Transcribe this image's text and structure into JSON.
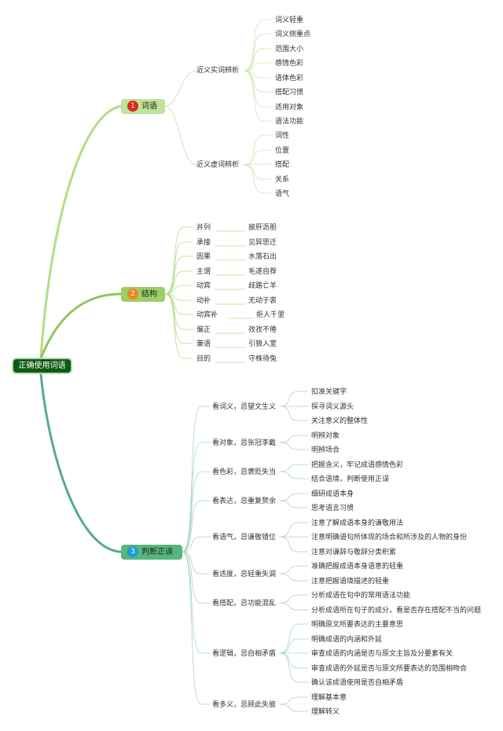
{
  "root": {
    "label": "正确使用词语"
  },
  "branches": [
    {
      "number": "1",
      "label": "词语",
      "groups": [
        {
          "label": "近义实词辨析",
          "items": [
            "词义轻重",
            "词义侧重点",
            "范围大小",
            "感情色彩",
            "语体色彩",
            "搭配习惯",
            "适用对象",
            "语法功能"
          ]
        },
        {
          "label": "近义虚词辨析",
          "items": [
            "词性",
            "位置",
            "搭配",
            "关系",
            "语气"
          ]
        }
      ]
    },
    {
      "number": "2",
      "label": "结构",
      "pairs": [
        {
          "type": "并列",
          "example": "披肝沥胆"
        },
        {
          "type": "承接",
          "example": "见异思迁"
        },
        {
          "type": "因果",
          "example": "水落石出"
        },
        {
          "type": "主谓",
          "example": "毛遂自荐"
        },
        {
          "type": "动宾",
          "example": "歧路亡羊"
        },
        {
          "type": "动补",
          "example": "无动于衷"
        },
        {
          "type": "动宾补",
          "example": "拒人千里"
        },
        {
          "type": "偏正",
          "example": "孜孜不倦"
        },
        {
          "type": "兼语",
          "example": "引狼入室"
        },
        {
          "type": "目的",
          "example": "守株待兔"
        }
      ]
    },
    {
      "number": "3",
      "label": "判断正误",
      "groups": [
        {
          "label": "看词义，忌望文生义",
          "items": [
            "扣准关键字",
            "探寻词义源头",
            "关注意义的整体性"
          ]
        },
        {
          "label": "看对象，忌张冠李戴",
          "items": [
            "明辨对象",
            "明辨场合"
          ]
        },
        {
          "label": "看色彩，忌褒贬失当",
          "items": [
            "把握含义，牢记成语感情色彩",
            "结合语境，判断使用正误"
          ]
        },
        {
          "label": "看表达，忌重复赘余",
          "items": [
            "细研成语本身",
            "思考语言习惯"
          ]
        },
        {
          "label": "看语气，忌谦敬错位",
          "items": [
            "注意了解成语本身的谦敬用法",
            "注意明确语句所体现的场合和所涉及的人物的身份",
            "注意对谦辞与敬辞分类积累"
          ]
        },
        {
          "label": "看适度，忌轻重失调",
          "items": [
            "准确把握成语本身语意的轻重",
            "注意把握语境描述的轻重"
          ]
        },
        {
          "label": "看搭配，忌功能混乱",
          "items": [
            "分析成语在句中的常用语法功能",
            "分析成语所在句子的成分，看是否存在搭配不当的问题"
          ]
        },
        {
          "label": "看逻辑，忌自相矛盾",
          "items": [
            "明确原文所要表达的主要意思",
            "明确成语的内涵和外延",
            "审查成语的内涵是否与原文主旨及分要素有关",
            "审查成语的外延是否与原文所要表达的范围相吻合",
            "确认该成语使用是否自相矛盾"
          ]
        },
        {
          "label": "看多义，忌顾此失彼",
          "items": [
            "理解基本意",
            "理解转义"
          ]
        }
      ]
    }
  ],
  "colors": {
    "root_fill": "#0e5a11",
    "branch1_fill": "#bfe39a",
    "branch1_line": "#b5dc86",
    "badge1": "#e0261e",
    "branch2_fill": "#9ccf65",
    "branch2_line": "#8fc75a",
    "badge2": "#f08522",
    "branch3_fill": "#55b77e",
    "branch3_line": "#56ae84",
    "badge3": "#1f9bd7"
  }
}
